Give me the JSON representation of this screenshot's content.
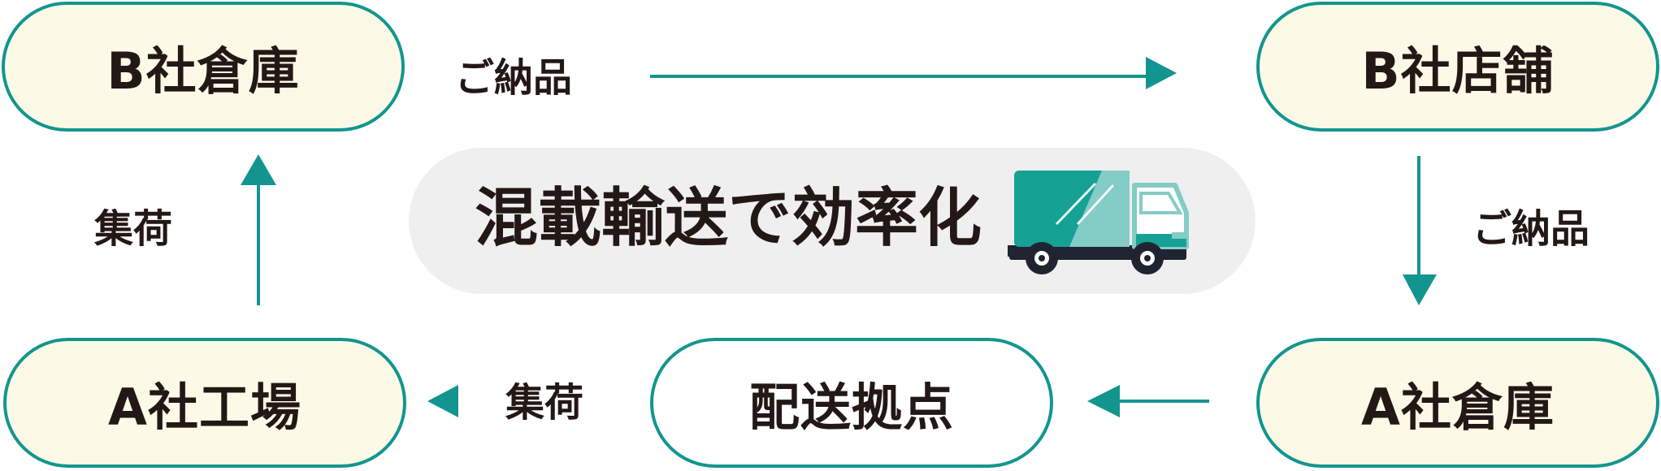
{
  "nodes": {
    "b_warehouse": "B社倉庫",
    "b_store": "B社店舗",
    "a_factory": "A社工場",
    "delivery_hub": "配送拠点",
    "a_warehouse": "A社倉庫"
  },
  "edges": {
    "top_label": "ご納品",
    "right_label": "ご納品",
    "left_label": "集荷",
    "bottom_label": "集荷"
  },
  "banner": {
    "title": "混載輸送で効率化",
    "icon": "truck-icon"
  },
  "colors": {
    "border": "#13958f",
    "node_fill": "#fcfae6",
    "banner_bg": "#efefef",
    "truck_cargo": "#15a194",
    "truck_light": "#84ccc6",
    "text": "#231815"
  }
}
